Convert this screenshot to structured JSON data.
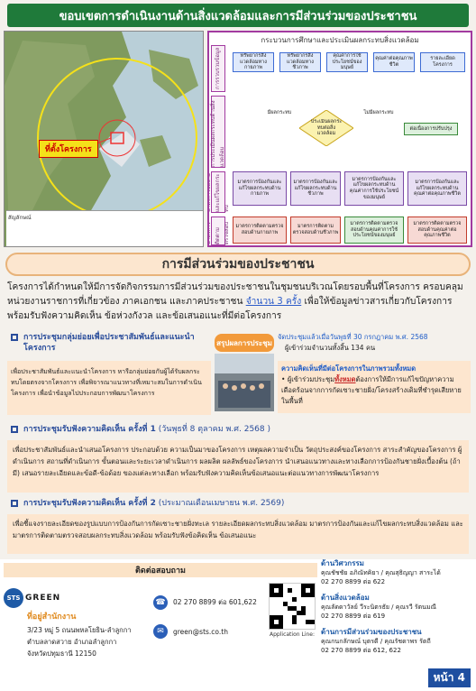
{
  "header": {
    "title": "ขอบเขตการดำเนินงานด้านสิ่งแวดล้อมและการมีส่วนร่วมของประชาชน"
  },
  "map": {
    "project_label": "ที่ตั้งโครงการ",
    "legend_title": "สัญลักษณ์"
  },
  "flow": {
    "title": "กระบวนการศึกษาและประเมินผลกระทบสิ่งแวดล้อม",
    "stage1": "การรวบรวมข้อมูล",
    "stage2": "การประเมินผลกระทบด้านสิ่งแวดล้อม",
    "stage3": "มาตรการป้องกันและแก้ไขผลกระทบ",
    "stage4": "มาตรการติดตามตรวจสอบ",
    "top_boxes": [
      "ทรัพยากรสิ่งแวดล้อมทางกายภาพ",
      "ทรัพยากรสิ่งแวดล้อมทางชีวภาพ",
      "คุณค่าการใช้ประโยชน์ของมนุษย์",
      "คุณค่าต่อคุณภาพชีวิต",
      "รายละเอียดโครงการ"
    ],
    "decision": "ประเมินผลกระทบต่อสิ่งแวดล้อม",
    "no_label": "ไม่มีผลกระทบ",
    "has_label": "มีผลกระทบ",
    "no_result": "ต่อเนื่องการปรับปรุง",
    "mid_boxes": [
      "มาตรการป้องกันและแก้ไขผลกระทบด้านกายภาพ",
      "มาตรการป้องกันและแก้ไขผลกระทบด้านชีวภาพ",
      "มาตรการป้องกันและแก้ไขผลกระทบด้านคุณค่าการใช้ประโยชน์ของมนุษย์",
      "มาตรการป้องกันและแก้ไขผลกระทบด้านคุณค่าต่อคุณภาพชีวิต"
    ],
    "bottom_boxes": [
      "มาตรการติดตามตรวจสอบด้านกายภาพ",
      "มาตรการติดตามตรวจสอบด้านชีวภาพ",
      "มาตรการติดตามตรวจสอบด้านคุณค่าการใช้ประโยชน์ของมนุษย์",
      "มาตรการติดตามตรวจสอบด้านคุณค่าต่อคุณภาพชีวิต"
    ]
  },
  "participation": {
    "title": "การมีส่วนร่วมของประชาชน",
    "intro_a": "โครงการได้กำหนดให้มีการจัดกิจกรรมการมีส่วนร่วมของประชาชนในชุมชนบริเวณโดยรอบพื้นที่โครงการ ครอบคลุมหน่วยงานราชการที่เกี่ยวข้อง ภาคเอกชน และภาคประชาชน ",
    "intro_highlight": "จำนวน 3 ครั้ง",
    "intro_b": " เพื่อให้ข้อมูลข่าวสารเกี่ยวกับโครงการ พร้อมรับฟังความคิดเห็น ข้อห่วงกังวล และข้อเสนอแนะที่มีต่อโครงการ"
  },
  "meeting1": {
    "heading": "การประชุมกลุ่มย่อยเพื่อประชาสัมพันธ์และแนะนำโครงการ",
    "body": "เพื่อประชาสัมพันธ์และแนะนำโครงการ หารือกลุ่มย่อยกับผู้ได้รับผลกระทบโดยตรงจากโครงการ เพื่อพิจารณาแนวทางที่เหมาะสมในการดำเนินโครงการ เพื่อนำข้อมูลไปประกอบการพัฒนาโครงการ",
    "tag": "สรุปผลการประชุม",
    "date_line": "จัดประชุมแล้วเมื่อวันพุธที่ 30 กรกฎาคม พ.ศ. 2568",
    "attendees": "ผู้เข้าร่วมจำนวนทั้งสิ้น 134 คน",
    "opinion_heading": "ความคิดเห็นที่มีต่อโครงการในภาพรวมทั้งหมด",
    "opinion_a": "ผู้เข้าร่วมประชุม",
    "opinion_highlight": "ทั้งหมด",
    "opinion_b": "ต้องการให้มีการแก้ไขปัญหาความเดือดร้อนจากการกัดเซาะชายฝั่ง/โครงสร้างเดิมที่ชำรุดเสียหายในพื้นที่"
  },
  "meeting2": {
    "heading": "การประชุมรับฟังความคิดเห็น ครั้งที่ 1",
    "sub": " (วันพุธที่ 8 ตุลาคม พ.ศ. 2568 )",
    "body": "เพื่อประชาสัมพันธ์และนำเสนอโครงการ ประกอบด้วย ความเป็นมาของโครงการ เหตุผลความจำเป็น วัตถุประสงค์ของโครงการ สาระสำคัญของโครงการ ผู้ดำเนินการ สถานที่ดำเนินการ ขั้นตอนและระยะเวลาดำเนินการ ผลผลิต ผลลัพธ์ของโครงการ นำเสนอแนวทางและทางเลือกการป้องกันชายฝั่งเบื้องต้น (ถ้ามี) เสนอรายละเอียดและข้อดี-ข้อด้อย ของแต่ละทางเลือก พร้อมรับฟังความคิดเห็นข้อเสนอแนะต่อแนวทางการพัฒนาโครงการ"
  },
  "meeting3": {
    "heading": "การประชุมรับฟังความคิดเห็น ครั้งที่ 2",
    "sub": " (ประมาณเดือนเมษายน พ.ศ. 2569)",
    "body": "เพื่อชี้แจงรายละเอียดของรูปแบบการป้องกันการกัดเซาะชายฝั่งทะเล รายละเอียดผลกระทบสิ่งแวดล้อม มาตรการป้องกันและแก้ไขผลกระทบสิ่งแวดล้อม และมาตรการติดตามตรวจสอบผลกระทบสิ่งแวดล้อม พร้อมรับฟังข้อคิดเห็น ข้อเสนอแนะ"
  },
  "contact": {
    "heading": "ติดต่อสอบถาม",
    "logo_short": "STS",
    "logo_word": "GREEN",
    "address_heading": "ที่อยู่สำนักงาน",
    "address_lines": [
      "3/23 หมู่ 5 ถนนพหลโยธิน-ลำลูกกา",
      "ตำบลลาดสวาย อำเภอลำลูกกา",
      "จังหวัดปทุมธานี 12150"
    ],
    "phone": "02 270 8899 ต่อ 601,622",
    "email": "green@sts.co.th",
    "qr_caption": "Application Line:",
    "staff": [
      {
        "head": "ด้านวิศวกรรม",
        "name": "คุณชัชชัย อภิณัทคิยา / คุณสุธิญญา สาระได้",
        "tel": "02 270 8899 ต่อ 622"
      },
      {
        "head": "ด้านสิ่งแวดล้อม",
        "name": "คุณลัดดาวัลย์ วีระนิตรธัย / คุณรวี รัตนมณี",
        "tel": "02 270 8899 ต่อ 619"
      },
      {
        "head": "ด้านการมีส่วนร่วมของประชาชน",
        "name": "คุณกนกลักษณ์ บุตรดี / คุณรัชดาพร รัตถี",
        "tel": "02 270 8899 ต่อ 612, 622"
      }
    ],
    "page_tag": "หน้า 4"
  },
  "colors": {
    "title_green": "#1f7a3a",
    "accent_orange": "#e08a1e",
    "flow_border": "#a23aa0",
    "link_blue": "#2d5cc9"
  }
}
